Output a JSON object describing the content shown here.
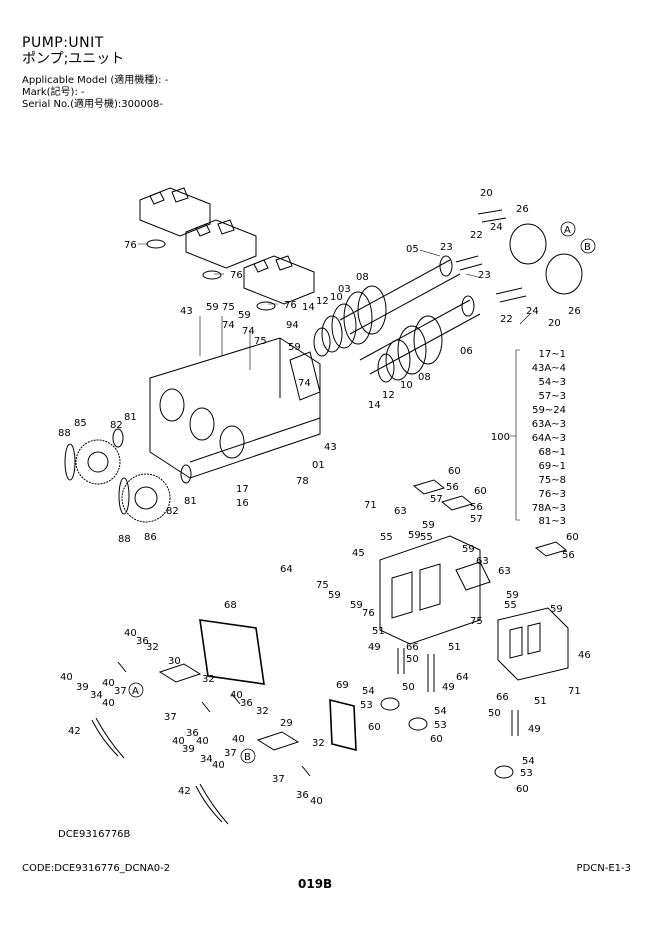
{
  "header": {
    "title_en": "PUMP:UNIT",
    "title_jp": "ポンプ;ユニット",
    "applicable_model": "Applicable Model (適用機種): -",
    "mark": "Mark(記号): -",
    "serial_no": "Serial No.(適用号機):300008-"
  },
  "kit": {
    "number": "100",
    "items": [
      "17~1",
      "43A~4",
      "54~3",
      "57~3",
      "59~24",
      "63A~3",
      "64A~3",
      "68~1",
      "69~1",
      "75~8",
      "76~3",
      "78A~3",
      "81~3"
    ]
  },
  "callouts": {
    "c20a": "20",
    "c26a": "26",
    "c24a": "24",
    "c22a": "22",
    "c23a": "23",
    "cA1": "A",
    "c05": "05",
    "c76a": "76",
    "c76b": "76",
    "c76c": "76",
    "c08a": "08",
    "c03": "03",
    "c10a": "10",
    "c12a": "12",
    "c14a": "14",
    "c23b": "23",
    "cB1": "B",
    "c22b": "22",
    "c24b": "24",
    "c26b": "26",
    "c20b": "20",
    "c06": "06",
    "c43a": "43",
    "c59a": "59",
    "c75a": "75",
    "c74a": "74",
    "c59b": "59",
    "c74b": "74",
    "c94": "94",
    "c75b": "75",
    "c59c": "59",
    "c74c": "74",
    "c08b": "08",
    "c10b": "10",
    "c12b": "12",
    "c14b": "14",
    "c43b": "43",
    "c01": "01",
    "c85": "85",
    "c81a": "81",
    "c82a": "82",
    "c88a": "88",
    "c17": "17",
    "c16": "16",
    "c78": "78",
    "c81b": "81",
    "c82b": "82",
    "c86": "86",
    "c88b": "88",
    "c60a": "60",
    "c56a": "56",
    "c60b": "60",
    "c71a": "71",
    "c63a": "63",
    "c57a": "57",
    "c56b": "56",
    "c59d": "59",
    "c55a": "55",
    "c59e": "59",
    "c55b": "55",
    "c45": "45",
    "c59f": "59",
    "c63b": "63",
    "c60c": "60",
    "c56c": "56",
    "c57b": "57",
    "c63c": "63",
    "c64a": "64",
    "c75c": "75",
    "c59g": "59",
    "c59h": "59",
    "c76d": "76",
    "c59i": "59",
    "c55c": "55",
    "c59j": "59",
    "c68": "68",
    "c75d": "75",
    "c51a": "51",
    "c49a": "49",
    "c66a": "66",
    "c50a": "50",
    "c51b": "51",
    "c46": "46",
    "c40a": "40",
    "c36a": "36",
    "c32a": "32",
    "c30": "30",
    "c40b": "40",
    "c40c": "40",
    "c37a": "37",
    "cA2": "A",
    "c39a": "39",
    "c34a": "34",
    "c40d": "40",
    "c42a": "42",
    "c32b": "32",
    "c37b": "37",
    "c36b": "36",
    "c40e": "40",
    "c69": "69",
    "c54a": "54",
    "c53a": "53",
    "c60d": "60",
    "c50b": "50",
    "c54b": "54",
    "c53b": "53",
    "c60e": "60",
    "c49b": "49",
    "c64b": "64",
    "c66b": "66",
    "c51c": "51",
    "c71b": "71",
    "c50c": "50",
    "c49c": "49",
    "c54c": "54",
    "c53c": "53",
    "c60f": "60",
    "c40f": "40",
    "c36c": "36",
    "c32c": "32",
    "c40g": "40",
    "c37c": "37",
    "c40h": "40",
    "c39b": "39",
    "c34b": "34",
    "cB2": "B",
    "c29": "29",
    "c32d": "32",
    "c40i": "40",
    "c42b": "42",
    "c37d": "37",
    "c36d": "36",
    "c40j": "40"
  },
  "footer": {
    "drawing_code": "DCE9316776B",
    "code": "CODE:DCE9316776_DCNA0-2",
    "page": "019B",
    "ref": "PDCN-E1-3"
  }
}
